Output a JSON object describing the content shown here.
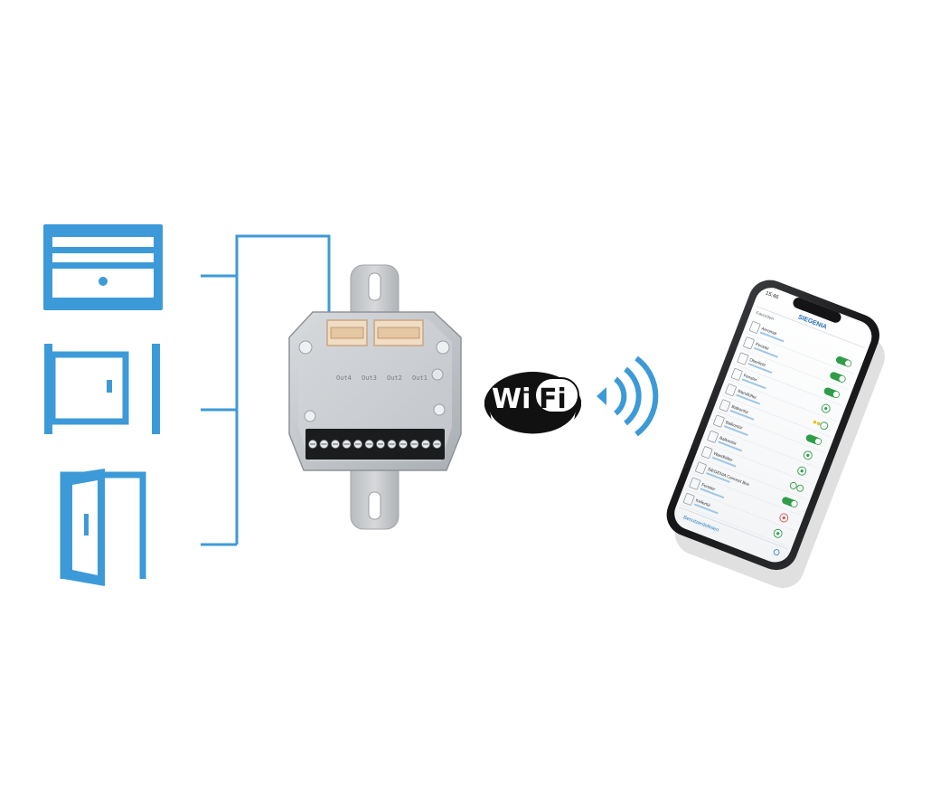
{
  "colors": {
    "accent": "#3d9ad8",
    "device_body": "#c9ccd0",
    "connector": "#f1ddc4",
    "terminal": "#1b1c1e",
    "phone_frame": "#1a1a1c",
    "toggle_on": "#2f9d47"
  },
  "icons": {
    "left": [
      "garage-door-icon",
      "gate-icon",
      "door-icon"
    ],
    "center": "controller-device-icon",
    "wireless": "wifi-signal-icon"
  },
  "wifi_logo": {
    "part1": "Wi",
    "part2": "Fi"
  },
  "device": {
    "labels": [
      "Out4",
      "Out3",
      "Out2",
      "Out1"
    ],
    "terminal_count": 12
  },
  "phone": {
    "time": "15:46",
    "brand": "SIEGENIA",
    "list_header": "Favoriten",
    "items": [
      {
        "name": "Aeromat",
        "state": "toggle-on"
      },
      {
        "name": "Fenster",
        "state": "toggle-on"
      },
      {
        "name": "Oberlicht",
        "state": "toggle-on"
      },
      {
        "name": "Fenster",
        "state": "ring"
      },
      {
        "name": "Wandlüfter",
        "state": "dots"
      },
      {
        "name": "Balkontür",
        "state": "toggle-on"
      },
      {
        "name": "Balkontür",
        "state": "ring"
      },
      {
        "name": "Balkontür",
        "state": "ring"
      },
      {
        "name": "Wandlüfter",
        "state": "double"
      },
      {
        "name": "SIEGENIA Connect Box",
        "state": "toggle-on"
      },
      {
        "name": "Fenster",
        "state": "ring-red"
      },
      {
        "name": "Kellertür",
        "state": "ring"
      }
    ],
    "footer_label": "Benutzerdefiniert"
  }
}
